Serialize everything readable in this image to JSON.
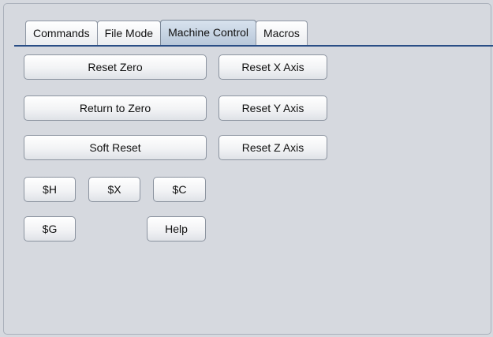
{
  "tabs": [
    {
      "label": "Commands"
    },
    {
      "label": "File Mode"
    },
    {
      "label": "Machine Control",
      "selected": true
    },
    {
      "label": "Macros"
    }
  ],
  "buttons": {
    "reset_zero": "Reset Zero",
    "return_to_zero": "Return to Zero",
    "soft_reset": "Soft Reset",
    "reset_x_axis": "Reset X Axis",
    "reset_y_axis": "Reset Y Axis",
    "reset_z_axis": "Reset Z Axis",
    "cmd_h": "$H",
    "cmd_x": "$X",
    "cmd_c": "$C",
    "cmd_g": "$G",
    "help": "Help"
  }
}
